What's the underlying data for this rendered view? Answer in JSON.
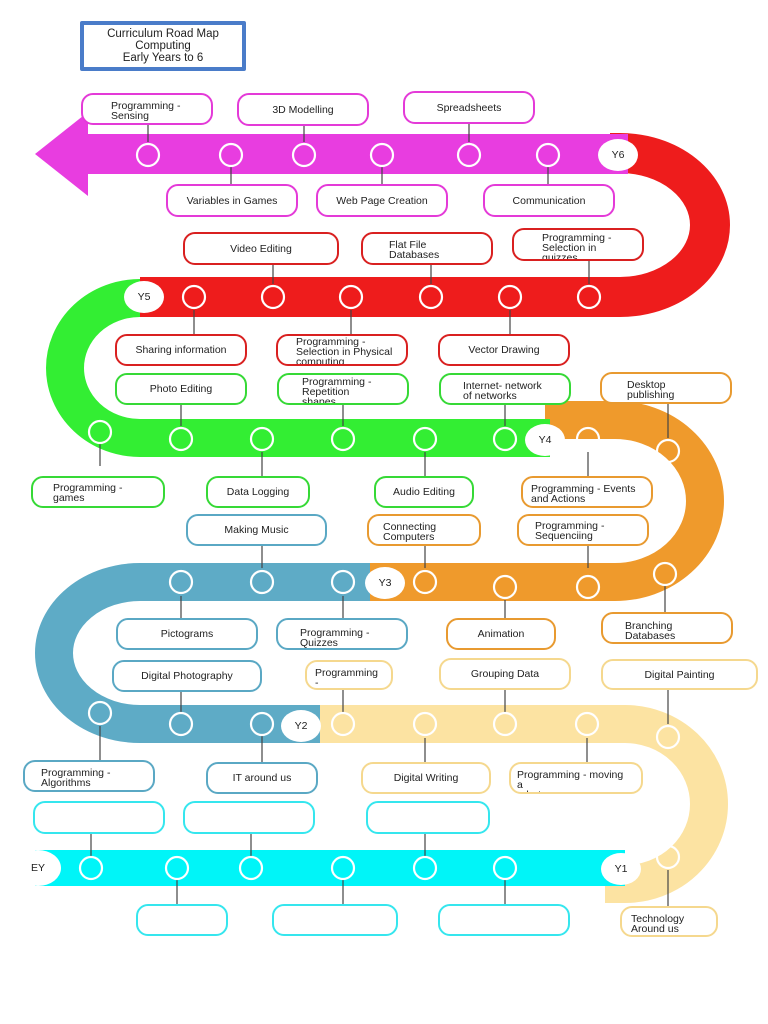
{
  "title": {
    "line1": "Curriculum Road Map",
    "line2": "Computing",
    "line3": "Early Years to 6"
  },
  "colors": {
    "y6": "#e83de0",
    "y5": "#ee1c1c",
    "y4": "#33ee33",
    "y3": "#ef9a2c",
    "y2": "#5eabc6",
    "y1": "#fce3a2",
    "ey": "#00f5f8"
  },
  "years": {
    "y6": "Y6",
    "y5": "Y5",
    "y4": "Y4",
    "y3": "Y3",
    "y2": "Y2",
    "y1": "Y1",
    "ey": "EY"
  },
  "topics": {
    "y6": {
      "programming_sensing": "Programming -\nSensing",
      "modelling_3d": "3D Modelling",
      "spreadsheets": "Spreadsheets",
      "variables_in_games": "Variables in Games",
      "web_page_creation": "Web Page Creation",
      "communication": "Communication"
    },
    "y5": {
      "video_editing": "Video Editing",
      "flat_file_databases": "Flat File\nDatabases",
      "programming_selection_quizzes": "Programming -\nSelection in\nquizzes",
      "sharing_information": "Sharing information",
      "programming_selection_physical": "Programming -\nSelection in Physical\ncomputing",
      "vector_drawing": "Vector Drawing"
    },
    "y4": {
      "photo_editing": "Photo Editing",
      "programming_repetition_shapes": "Programming -\nRepetition\nshapes",
      "internet_network": "Internet- network\nof networks",
      "programming_games": "Programming -\ngames",
      "data_logging": "Data Logging",
      "audio_editing": "Audio Editing"
    },
    "y3": {
      "desktop_publishing": "Desktop\npublishing",
      "programming_events_actions": "Programming - Events\nand Actions",
      "connecting_computers": "Connecting\nComputers",
      "programming_sequencing": "Programming -\nSequenciing",
      "animation": "Animation",
      "branching_databases": "Branching\nDatabases"
    },
    "y2": {
      "making_music": "Making Music",
      "pictograms": "Pictograms",
      "programming_quizzes": "Programming -\nQuizzes",
      "digital_photography": "Digital Photography",
      "programming_algorithms": "Programming -\nAlgorithms",
      "it_around_us": "IT around us"
    },
    "y1": {
      "programming_animation": "Programming -\nAnimation",
      "grouping_data": "Grouping Data",
      "digital_painting": "Digital Painting",
      "digital_writing": "Digital Writing",
      "programming_moving_robot": "Programming - moving a\nrobot",
      "technology_around_us": "Technology\nAround us"
    }
  }
}
